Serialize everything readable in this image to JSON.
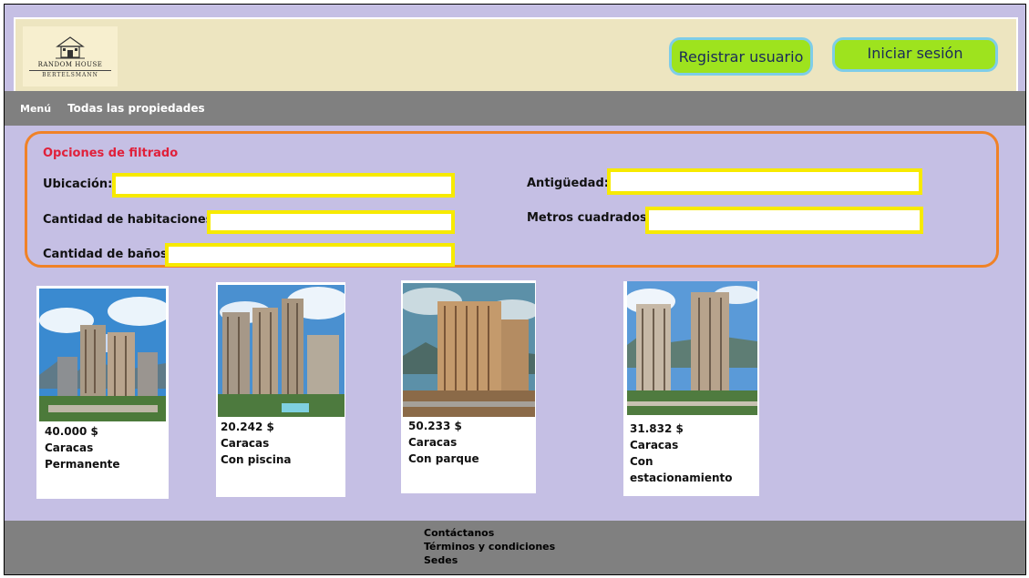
{
  "header": {
    "logo_line1": "RANDOM HOUSE",
    "logo_line2": "BERTELSMANN",
    "register_label": "Registrar usuario",
    "login_label": "Iniciar sesión"
  },
  "menu": {
    "menu_label": "Menú",
    "all_properties_label": "Todas las propiedades"
  },
  "filters": {
    "title": "Opciones de filtrado",
    "location_label": "Ubicación:",
    "age_label": "Antigüedad:",
    "rooms_label": "Cantidad de habitaciones:",
    "square_meters_label": "Metros cuadrados:",
    "bathrooms_label": "Cantidad de baños:",
    "location_value": "",
    "age_value": "",
    "rooms_value": "",
    "square_meters_value": "",
    "bathrooms_value": ""
  },
  "listings": [
    {
      "price": "40.000 $",
      "city": "Caracas",
      "feature": "Permanente"
    },
    {
      "price": "20.242 $",
      "city": "Caracas",
      "feature": "Con piscina"
    },
    {
      "price": "50.233 $",
      "city": "Caracas",
      "feature": "Con parque"
    },
    {
      "price": "31.832 $",
      "city": "Caracas",
      "feature": "Con estacionamiento"
    }
  ],
  "footer": {
    "contact_label": "Contáctanos",
    "terms_label": "Términos y condiciones",
    "offices_label": "Sedes"
  },
  "colors": {
    "page_bg": "#c5bfe4",
    "header_bg": "#ede5c0",
    "button_green": "#9ee31e",
    "button_border": "#7ecde8",
    "bar_gray": "#808080",
    "filter_border": "#f08227",
    "filter_title": "#e0203a",
    "input_border": "#f7ea00"
  }
}
